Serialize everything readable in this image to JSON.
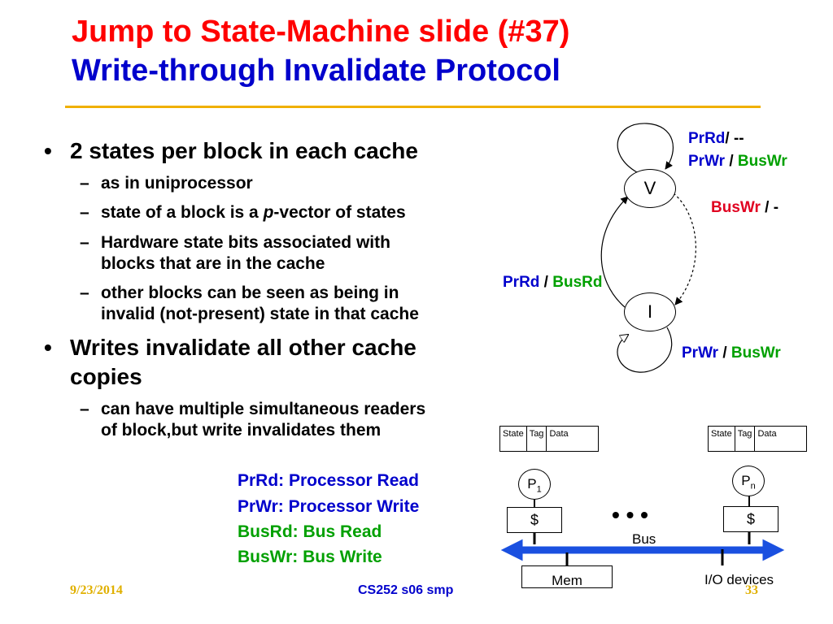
{
  "title": {
    "line1": "Jump to State-Machine slide (#37)",
    "line2": "Write-through Invalidate Protocol"
  },
  "bullets": [
    {
      "text": "2 states per block in each cache",
      "subs": [
        "as in uniprocessor",
        "Hardware state bits associated with",
        "blocks that are in the cache",
        "other blocks can be seen as being in",
        "invalid (not-present) state in that cache"
      ],
      "sub_state_pre": "state of a block is a ",
      "sub_state_italic": "p",
      "sub_state_post": "-vector of states"
    },
    {
      "text_line1": "Writes invalidate all other cache",
      "text_line2": "copies",
      "subs": [
        "can have multiple simultaneous readers",
        "of block,but write invalidates them"
      ]
    }
  ],
  "state_diagram": {
    "state_v": "V",
    "state_i": "I",
    "v_loop": {
      "prrd": "PrRd",
      "prrd_sep": "/ --",
      "prwr": "PrWr",
      "sep": " / ",
      "buswr": "BusWr"
    },
    "v_to_i": {
      "buswr": "BusWr",
      "sep": " / -"
    },
    "i_to_v": {
      "prrd": "PrRd",
      "sep": " / ",
      "busrd": "BusRd"
    },
    "i_loop": {
      "prwr": "PrWr",
      "sep": " / ",
      "buswr": "BusWr"
    }
  },
  "legend": {
    "prrd": "PrRd: Processor Read",
    "prwr": "PrWr: Processor Write",
    "busrd": "BusRd: Bus Read",
    "buswr": "BusWr: Bus Write"
  },
  "system": {
    "cache_fields": [
      "State",
      "Tag",
      "Data"
    ],
    "proc_label": "P",
    "proc_sub_left": "1",
    "proc_sub_right": "n",
    "cache_label": "$",
    "ellipsis": "• • •",
    "bus_label": "Bus",
    "mem_label": "Mem",
    "io_label": "I/O devices"
  },
  "footer": {
    "date": "9/23/2014",
    "course": "CS252 s06 smp",
    "page": "33"
  },
  "colors": {
    "title_red": "#ff0000",
    "title_blue": "#0000cc",
    "rule": "#f0b000",
    "bus_blue": "#1a50e0",
    "green": "#00a000",
    "red": "#e00020"
  }
}
